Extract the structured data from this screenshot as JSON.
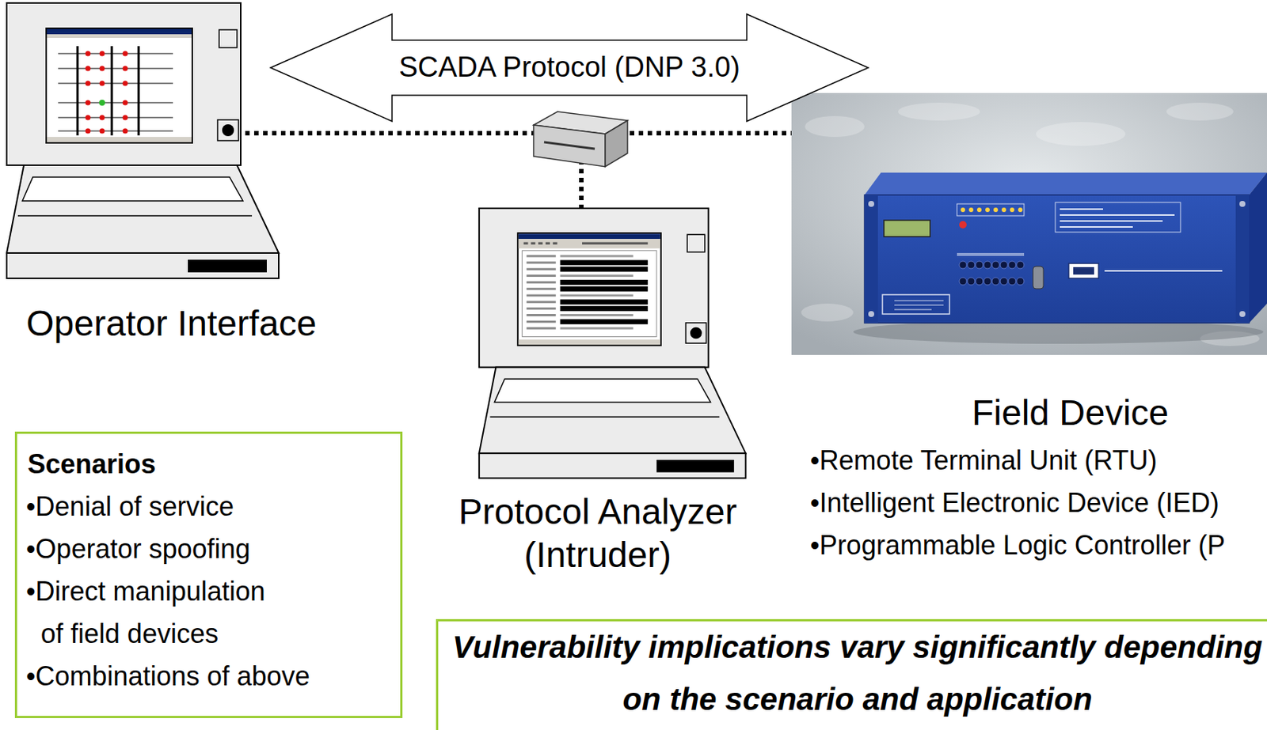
{
  "diagram": {
    "nodes": [
      {
        "text": [
          "Operator Interface"
        ]
      },
      {
        "text": [
          "Protocol Analyzer (Intruder)"
        ]
      },
      {
        "text": [
          "Field Device",
          "•Remote Terminal Unit (RTU)",
          "•Intelligent Electronic Device (IED)",
          "•Programmable Logic Controller (P"
        ]
      },
      {
        "text": [
          "Scenarios",
          "•Denial of service",
          "•Operator spoofing",
          "•Direct manipulation of field devices",
          "•Combinations of above"
        ]
      },
      {
        "text": [
          "Vulnerability implications vary significantly depending on the scenario and application"
        ]
      }
    ],
    "edges": [
      {
        "from": 0,
        "to": 2,
        "label": "SCADA Protocol (DNP 3.0)",
        "arrow": "both"
      },
      {
        "from": 0,
        "to": 2,
        "arrow": "none"
      }
    ]
  }
}
